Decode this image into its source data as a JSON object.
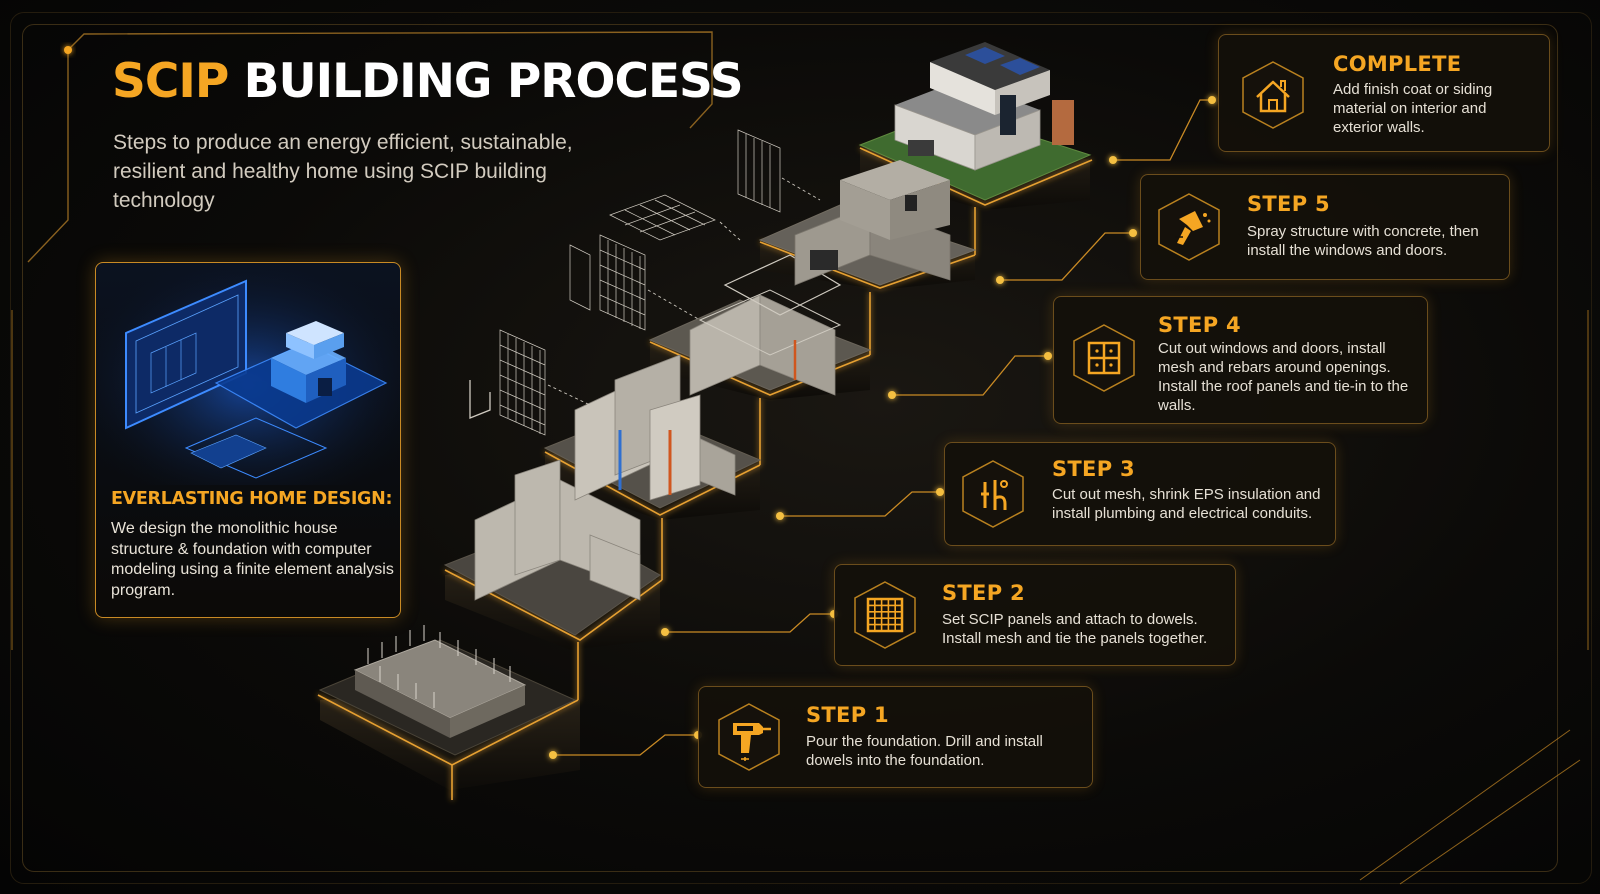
{
  "header": {
    "title_accent": "SCIP",
    "title_rest": "BUILDING PROCESS",
    "subtitle": "Steps to produce an energy efficient, sustainable, resilient and healthy home using SCIP building technology"
  },
  "design_card": {
    "heading": "EVERLASTING HOME DESIGN:",
    "text": "We design the monolithic house structure & foundation with computer modeling using a finite element analysis program."
  },
  "steps": [
    {
      "heading": "COMPLETE",
      "text": "Add finish coat or siding material on interior and exterior walls.",
      "icon": "house-icon"
    },
    {
      "heading": "STEP 5",
      "text": "Spray structure with concrete, then install the windows and doors.",
      "icon": "spray-gun-icon"
    },
    {
      "heading": "STEP 4",
      "text": "Cut out windows and doors, install mesh and rebars around openings. Install the roof panels and tie-in to the walls.",
      "icon": "window-icon"
    },
    {
      "heading": "STEP 3",
      "text": "Cut out mesh, shrink EPS insulation and install plumbing and electrical conduits.",
      "icon": "pipe-icon"
    },
    {
      "heading": "STEP 2",
      "text": "Set SCIP panels and attach to dowels. Install mesh and tie the panels together.",
      "icon": "mesh-panel-icon"
    },
    {
      "heading": "STEP 1",
      "text": "Pour the foundation. Drill and install dowels into the foundation.",
      "icon": "drill-icon"
    }
  ],
  "colors": {
    "accent": "#f5a623",
    "background": "#050505",
    "card_border": "#6b4d1c",
    "design_glow": "#2e7dff"
  }
}
